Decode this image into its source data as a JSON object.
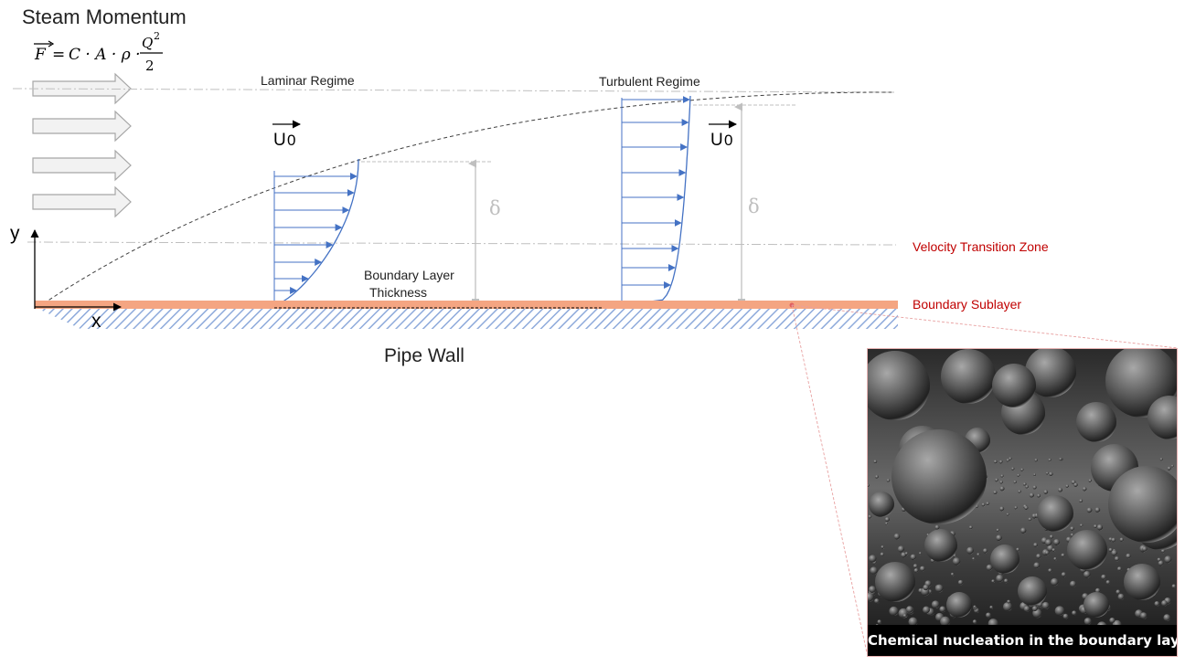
{
  "title": "Steam Momentum",
  "formula": {
    "lhs": "F",
    "equals": "=",
    "rhs": "C · A · ρ ·",
    "numerator": "Q",
    "exponent": "2",
    "denominator": "2"
  },
  "regimes": {
    "laminar": "Laminar Regime",
    "turbulent": "Turbulent Regime"
  },
  "velocity_symbol": "U",
  "velocity_subscript": "0",
  "delta_symbol": "δ",
  "axes": {
    "y": "y",
    "x": "x"
  },
  "boundary_layer_label": {
    "line1": "Boundary Layer",
    "line2": "Thickness"
  },
  "zones": {
    "transition": "Velocity Transition Zone",
    "sublayer": "Boundary Sublayer"
  },
  "wall_label": "Pipe Wall",
  "inset_caption": "Chemical nucleation in the boundary layer",
  "colors": {
    "profile_blue": "#4472c4",
    "zone_red": "#c00000",
    "sublayer_orange": "#f4a582",
    "hatch_blue": "#8eaadb",
    "gray": "#bfbfbf"
  }
}
